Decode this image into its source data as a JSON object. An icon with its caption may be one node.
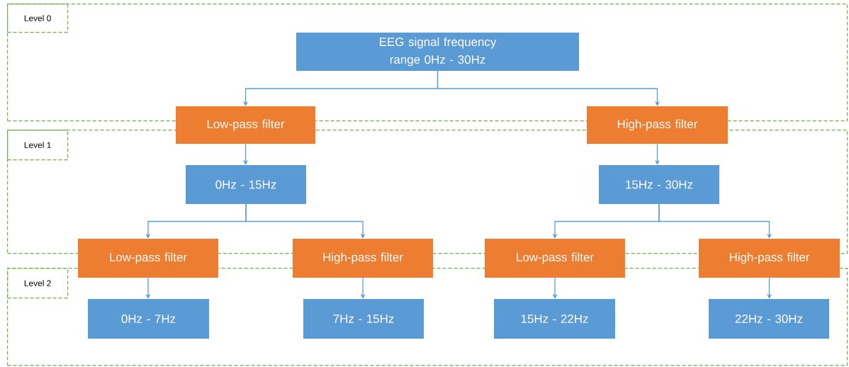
{
  "diagram": {
    "nodes": [
      {
        "text": [
          "Level 0"
        ]
      },
      {
        "text": [
          "Level 1"
        ]
      },
      {
        "text": [
          "Level 2"
        ]
      },
      {
        "text": [
          "EEG signal frequency range 0Hz - 30Hz"
        ],
        "in": 0
      },
      {
        "text": [
          "Low-pass filter"
        ]
      },
      {
        "text": [
          "High-pass filter"
        ]
      },
      {
        "text": [
          "0Hz - 15Hz"
        ],
        "in": 1
      },
      {
        "text": [
          "15Hz - 30Hz"
        ],
        "in": 1
      },
      {
        "text": [
          "Low-pass filter"
        ]
      },
      {
        "text": [
          "High-pass filter"
        ]
      },
      {
        "text": [
          "Low-pass filter"
        ]
      },
      {
        "text": [
          "High-pass filter"
        ]
      },
      {
        "text": [
          "0Hz - 7Hz"
        ],
        "in": 2
      },
      {
        "text": [
          "7Hz - 15Hz"
        ],
        "in": 2
      },
      {
        "text": [
          "15Hz - 22Hz"
        ],
        "in": 2
      },
      {
        "text": [
          "22Hz - 30Hz"
        ],
        "in": 2
      }
    ],
    "edges": [
      {
        "from": 3,
        "to": 4,
        "arrow": "to"
      },
      {
        "from": 3,
        "to": 5,
        "arrow": "to"
      },
      {
        "from": 4,
        "to": 6,
        "arrow": "to"
      },
      {
        "from": 5,
        "to": 7,
        "arrow": "to"
      },
      {
        "from": 6,
        "to": 8,
        "arrow": "to"
      },
      {
        "from": 6,
        "to": 9,
        "arrow": "to"
      },
      {
        "from": 7,
        "to": 10,
        "arrow": "to"
      },
      {
        "from": 7,
        "to": 11,
        "arrow": "to"
      },
      {
        "from": 8,
        "to": 12,
        "arrow": "to"
      },
      {
        "from": 9,
        "to": 13,
        "arrow": "to"
      },
      {
        "from": 10,
        "to": 14,
        "arrow": "to"
      },
      {
        "from": 11,
        "to": 15,
        "arrow": "to"
      }
    ]
  }
}
